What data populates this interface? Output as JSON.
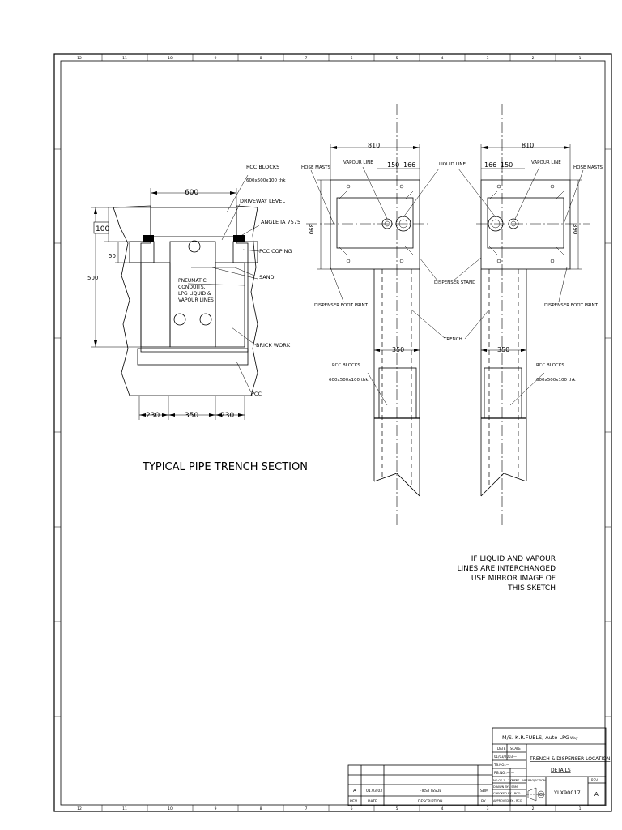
{
  "border": {
    "top_cols": [
      "12",
      "11",
      "10",
      "9",
      "8",
      "7",
      "6",
      "5",
      "4",
      "3",
      "2",
      "1"
    ],
    "bottom_cols": [
      "12",
      "11",
      "10",
      "9",
      "8",
      "7",
      "6",
      "5",
      "4",
      "3",
      "2",
      "1"
    ]
  },
  "section": {
    "caption": "TYPICAL PIPE TRENCH SECTION",
    "dims": {
      "top_width": "600",
      "depth_top": "100",
      "inner": "50",
      "total_depth": "500",
      "bottom_left": "230",
      "bottom_mid": "350",
      "bottom_right": "230"
    },
    "labels": {
      "rcc_blocks": "RCC BLOCKS",
      "rcc_blocks_size": "600x500x100 thk",
      "driveway": "DRIVEWAY LEVEL",
      "angle": "ANGLE IA 7575",
      "pcc_coping": "PCC COPING",
      "sand": "SAND",
      "conduits_1": "PNEUMATIC",
      "conduits_2": "CONDUITS,",
      "conduits_3": "LPG LIQUID &",
      "conduits_4": "VAPOUR LINES",
      "brick": "BRICK WORK",
      "pcc": "PCC"
    }
  },
  "plan": {
    "dim_810_left": "810",
    "dim_810_right": "810",
    "dim_150_left": "150",
    "dim_166_left": "166",
    "dim_166_right": "166",
    "dim_150_right": "150",
    "dim_390": "390",
    "dim_350_left": "350",
    "dim_350_right": "350",
    "hose_masts_left": "HOSE MASTS",
    "vapour_line_left": "VAPOUR LINE",
    "liquid_line": "LIQUID LINE",
    "vapour_line_right": "VAPOUR LINE",
    "hose_masts_right": "HOSE MASTS",
    "dispenser_stand": "DISPENSER STAND",
    "footprint_left": "DISPENSER FOOT PRINT",
    "footprint_right": "DISPENSER FOOT PRINT",
    "trench": "TRENCH",
    "rcc_left": "RCC BLOCKS",
    "rcc_left_size": "600x500x100 thk",
    "rcc_right": "RCC BLOCKS",
    "rcc_right_size": "600x500x100 thk"
  },
  "note": {
    "line1": "IF LIQUID AND VAPOUR",
    "line2": "LINES ARE INTERCHANGED",
    "line3": "USE MIRROR IMAGE OF",
    "line4": "THIS SKETCH"
  },
  "title_block": {
    "client": "M/S. K.R.FUELS, Auto LPG",
    "client_suffix": "Way",
    "date_label": "DATE",
    "date_value": "01/03/2003",
    "scale_label": "SCALE",
    "scale_value": "—",
    "title_line1": "TRENCH & DISPENSER LOCATION",
    "title_line2": "DETAILS",
    "ref1": "TS.NO.:—",
    "ref2": "P.B.NO.:— —",
    "sheet": "NO.OF 1 - 1 OF 1",
    "dept": "DEPT - ABS",
    "drawn": "DRAWN BY - SBM",
    "checked": "CHECKED BY - RCO",
    "approved": "APPROVED BY - RCO",
    "projection": "PROJECTION",
    "drawing_no": "YLX90017",
    "rev_label": "REV.",
    "rev_value": "A",
    "rev_row": {
      "rev": "A",
      "date": "01.03.03",
      "desc": "FIRST ISSUE",
      "by": "SBM"
    },
    "header_row": {
      "rev": "REV.",
      "date": "DATE",
      "desc": "DESCRIPTION",
      "by": "BY"
    }
  }
}
